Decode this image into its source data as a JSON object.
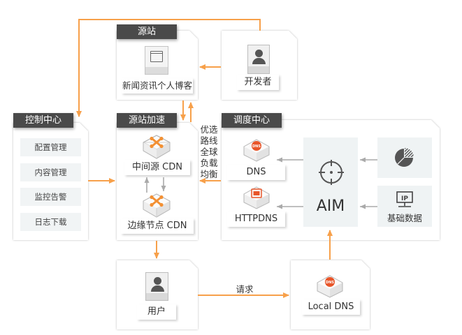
{
  "colors": {
    "accent_orange": "#f7a04a",
    "tag_bg": "#4a4a4a",
    "grey_arrow": "#aaaaaa",
    "block_bg": "#eff3f4",
    "icon_red": "#e8562a",
    "icon_orange": "#f39033"
  },
  "origin_site": {
    "tag": "源站",
    "item_label": "新闻资讯个人博客",
    "icon": "browser-window-icon"
  },
  "developer": {
    "label": "开发者",
    "icon": "person-icon"
  },
  "control_center": {
    "tag": "控制中心",
    "items": [
      {
        "label": "配置管理"
      },
      {
        "label": "内容管理"
      },
      {
        "label": "监控告警"
      },
      {
        "label": "日志下载"
      }
    ]
  },
  "acceleration": {
    "tag": "源站加速",
    "mid_cdn": {
      "label": "中间源 CDN",
      "icon": "cdn-node-icon"
    },
    "edge_cdn": {
      "label": "边缘节点 CDN",
      "icon": "cdn-node-icon"
    }
  },
  "routing_note": {
    "lines": [
      "优选",
      "路线",
      "全球",
      "负载",
      "均衡"
    ]
  },
  "dispatch_center": {
    "tag": "调度中心",
    "dns": {
      "label": "DNS",
      "icon": "dns-server-icon"
    },
    "httpdns": {
      "label": "HTTPDNS",
      "icon": "httpdns-server-icon"
    },
    "aim": {
      "label": "AIM",
      "icon": "crosshair-icon"
    },
    "analytics": {
      "icon": "pie-chart-icon"
    },
    "base_data": {
      "label": "基础数据",
      "icon": "ip-monitor-icon",
      "icon_text": "IP"
    }
  },
  "user": {
    "label": "用户",
    "icon": "person-icon"
  },
  "request_edge": {
    "label": "请求"
  },
  "local_dns": {
    "label": "Local DNS",
    "icon": "dns-server-icon",
    "icon_text": "DNS"
  }
}
